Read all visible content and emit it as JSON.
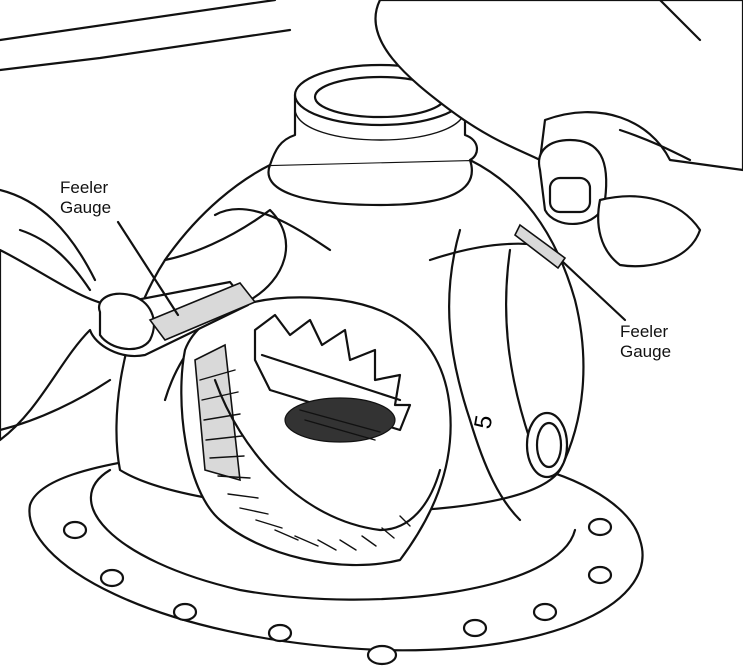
{
  "labels": {
    "left": {
      "line1": "Feeler",
      "line2": "Gauge"
    },
    "right": {
      "line1": "Feeler",
      "line2": "Gauge"
    }
  },
  "case_marking": "5",
  "icons": {
    "differential": "differential-case-illustration",
    "left_hand": "hand-holding-feeler-gauge",
    "right_hand": "hand-holding-feeler-gauge"
  }
}
